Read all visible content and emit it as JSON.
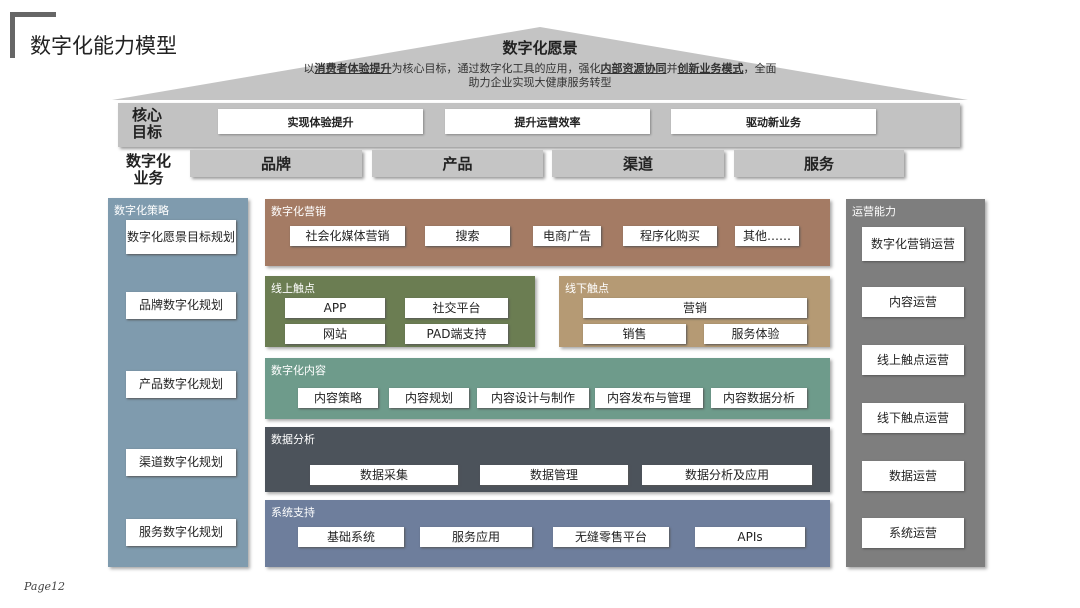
{
  "title": "数字化能力模型",
  "vision": {
    "title": "数字化愿景",
    "desc": [
      {
        "t": "以",
        "b": false
      },
      {
        "t": "消费者体验提升",
        "b": true
      },
      {
        "t": "为核心目标，通过数字化工具的应用，强化",
        "b": false
      },
      {
        "t": "内部资源协同",
        "b": true
      },
      {
        "t": "并",
        "b": false
      },
      {
        "t": "创新业务模式",
        "b": true
      },
      {
        "t": "，全面助力企业实现大健康服务转型",
        "b": false
      }
    ]
  },
  "goals": {
    "label": "核心\n目标",
    "items": [
      "实现体验提升",
      "提升运营效率",
      "驱动新业务"
    ]
  },
  "business": {
    "label": "数字化\n业务",
    "items": [
      "品牌",
      "产品",
      "渠道",
      "服务"
    ]
  },
  "strategy": {
    "title": "数字化策略",
    "items": [
      "数字化愿景目标规划",
      "品牌数字化规划",
      "产品数字化规划",
      "渠道数字化规划",
      "服务数字化规划"
    ]
  },
  "marketing": {
    "title": "数字化营销",
    "items": [
      "社会化媒体营销",
      "搜索",
      "电商广告",
      "程序化购买",
      "其他……"
    ]
  },
  "online": {
    "title": "线上触点",
    "items": [
      "APP",
      "社交平台",
      "网站",
      "PAD端支持"
    ]
  },
  "offline": {
    "title": "线下触点",
    "items": [
      "营销",
      "销售",
      "服务体验"
    ]
  },
  "content": {
    "title": "数字化内容",
    "items": [
      "内容策略",
      "内容规划",
      "内容设计与制作",
      "内容发布与管理",
      "内容数据分析"
    ]
  },
  "data": {
    "title": "数据分析",
    "items": [
      "数据采集",
      "数据管理",
      "数据分析及应用"
    ]
  },
  "system": {
    "title": "系统支持",
    "items": [
      "基础系统",
      "服务应用",
      "无缝零售平台",
      "APIs"
    ]
  },
  "operations": {
    "title": "运营能力",
    "items": [
      "数字化营销运营",
      "内容运营",
      "线上触点运营",
      "线下触点运营",
      "数据运营",
      "系统运营"
    ]
  },
  "page": "Page12",
  "colors": {
    "strategy": "#7f9bae",
    "marketing": "#a47b64",
    "online": "#6b7d52",
    "offline": "#b59a74",
    "content": "#6e9b8b",
    "data": "#4c535b",
    "system": "#6e7e9c",
    "operations": "#7e7e7e"
  }
}
